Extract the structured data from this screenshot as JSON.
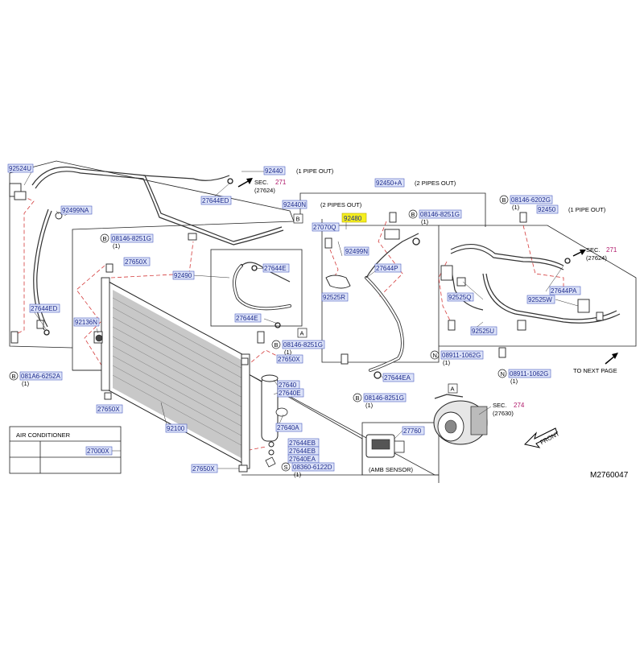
{
  "labels": {
    "l92524u": "92524U",
    "l92440": "92440",
    "l1pipe_a": "(1  PIPE  OUT)",
    "lsec_a": "SEC.",
    "lsec_a_num": "271",
    "lsec_a_sub": "(27624)",
    "l27644ed": "27644ED",
    "l92450a": "92450+A",
    "l2pipes_a": "(2  PIPES  OUT)",
    "l08146_6202g": "08146-6202G",
    "l1_6202": "(1)",
    "l92450": "92450",
    "l1pipe_b": "(1  PIPE  OUT)",
    "l92440n": "92440N",
    "l2pipes_b": "(2  PIPES  OUT)",
    "l92499na": "92499NA",
    "l27070q": "27070Q",
    "l92480": "92480",
    "l08146_8251g_a": "08146-8251G",
    "l1_8251a": "(1)",
    "l08146_8251g_b": "08146-8251G",
    "l1_8251b": "(1)",
    "l92499n": "92499N",
    "l27650x_a": "27650X",
    "l27644e_a": "27644E",
    "l27644p": "27644P",
    "lsec_b": "SEC.",
    "lsec_b_num": "271",
    "lsec_b_sub": "(27624)",
    "l92490": "92490",
    "l92525r": "92525R",
    "l27644pa": "27644PA",
    "l92525q": "92525Q",
    "l92525w": "92525W",
    "l27644ed_b": "27644ED",
    "l92136n": "92136N",
    "l27644e_b": "27644E",
    "l08146_8251g_c": "08146-8251G",
    "l1_8251c": "(1)",
    "l92525u": "92525U",
    "l27650x_b": "27650X",
    "l08911_1062g_a": "08911-1062G",
    "l1_08911a": "(1)",
    "l08911_1062g_b": "08911-1062G",
    "l1_08911b": "(1)",
    "lnext": "TO  NEXT  PAGE",
    "l081a6": "081A6-6252A",
    "l1_081a6": "(1)",
    "l27644ea_a": "27644EA",
    "l27640": "27640",
    "l27640e": "27640E",
    "l08146_8251g_d": "08146-8251G",
    "l1_8251d": "(1)",
    "l27650x_c": "27650X",
    "lsec_c": "SEC.",
    "lsec_c_num": "274",
    "lsec_c_sub": "(27630)",
    "l27640a": "27640A",
    "lfront": "FRONT",
    "l92100": "92100",
    "l27644eb_a": "27644EB",
    "l27644eb_b": "27644EB",
    "l27640ea": "27640EA",
    "l27760": "27760",
    "l27000x": "27000X",
    "l27650x_d": "27650X",
    "l08360": "08360-6122D",
    "l1_08360": "(1)",
    "lamb": "(AMB  SENSOR)",
    "lcode": "M2760047",
    "lair": "AIR     CONDITIONER",
    "mA1": "A",
    "mA2": "A",
    "mB1": "B",
    "mB2": "B",
    "cB1": "B",
    "cB2": "B",
    "cB3": "B",
    "cB4": "B",
    "cB5": "B",
    "cB6": "B",
    "cN1": "N",
    "cN2": "N",
    "cS1": "S"
  },
  "colors": {
    "label_fill": "#dde3f8",
    "label_text": "#1c2a8c",
    "highlight": "#f5ef1e",
    "section_ref": "#b0186a",
    "dashed_leader": "#d43b3b"
  }
}
